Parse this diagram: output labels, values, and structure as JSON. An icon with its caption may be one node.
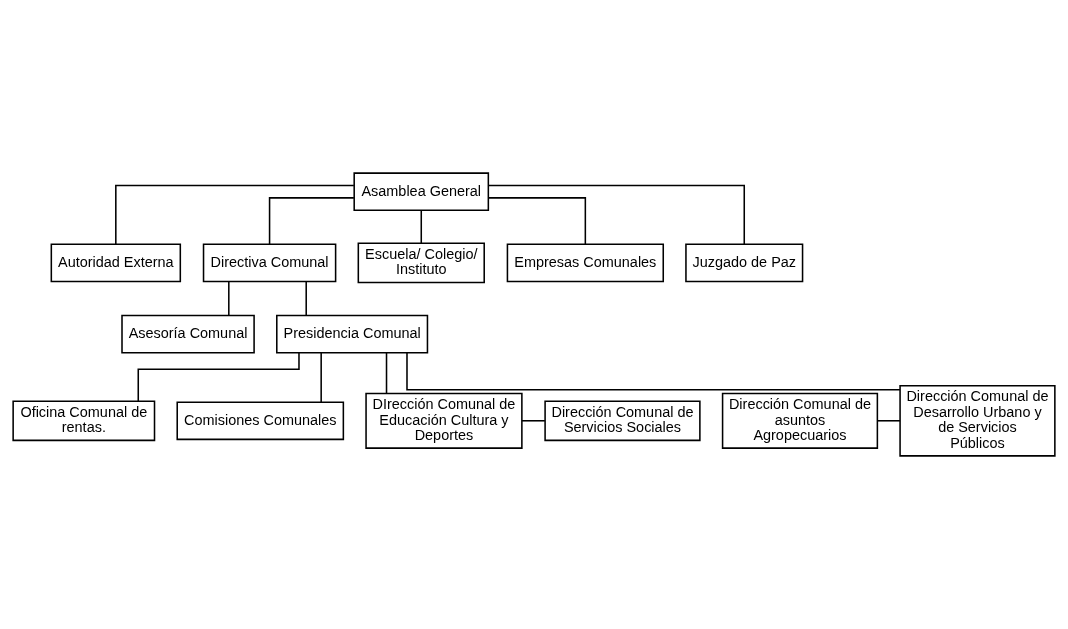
{
  "diagram": {
    "nodes": [
      {
        "text": [
          "Asamblea General"
        ]
      },
      {
        "text": [
          "Autoridad Externa"
        ]
      },
      {
        "text": [
          "Directiva Comunal"
        ]
      },
      {
        "text": [
          "Escuela/ Colegio/ Instituto"
        ]
      },
      {
        "text": [
          "Empresas Comunales"
        ]
      },
      {
        "text": [
          "Juzgado de Paz"
        ]
      },
      {
        "text": [
          "Asesoría Comunal"
        ]
      },
      {
        "text": [
          "Presidencia Comunal"
        ]
      },
      {
        "text": [
          "Oficina Comunal de rentas."
        ]
      },
      {
        "text": [
          "Comisiones Comunales"
        ]
      },
      {
        "text": [
          "Dirección Comunal de asuntos Agropecuarios"
        ]
      },
      {
        "text": [
          "Dirección Comunal de Desarrollo Urbano y de Servicios Públicos"
        ]
      },
      {
        "text": [
          "DIrección Comunal de Educación Cultura y Deportes"
        ]
      },
      {
        "text": [
          "Dirección Comunal de Servicios Sociales"
        ]
      }
    ],
    "edges": [
      {
        "from": 0,
        "to": 1,
        "arrow": "none"
      },
      {
        "from": 0,
        "to": 2,
        "arrow": "none"
      },
      {
        "from": 0,
        "to": 3,
        "arrow": "none"
      },
      {
        "from": 0,
        "to": 4,
        "arrow": "none"
      },
      {
        "from": 0,
        "to": 5,
        "arrow": "none"
      },
      {
        "from": 2,
        "to": 6,
        "arrow": "none"
      },
      {
        "from": 2,
        "to": 7,
        "arrow": "none"
      },
      {
        "from": 7,
        "to": 8,
        "arrow": "none"
      },
      {
        "from": 7,
        "to": 9,
        "arrow": "none"
      },
      {
        "from": 7,
        "to": 11,
        "arrow": "none"
      },
      {
        "from": 7,
        "to": 12,
        "arrow": "none"
      },
      {
        "from": 10,
        "to": 11,
        "arrow": "none"
      },
      {
        "from": 12,
        "to": 13,
        "arrow": "none"
      }
    ]
  }
}
